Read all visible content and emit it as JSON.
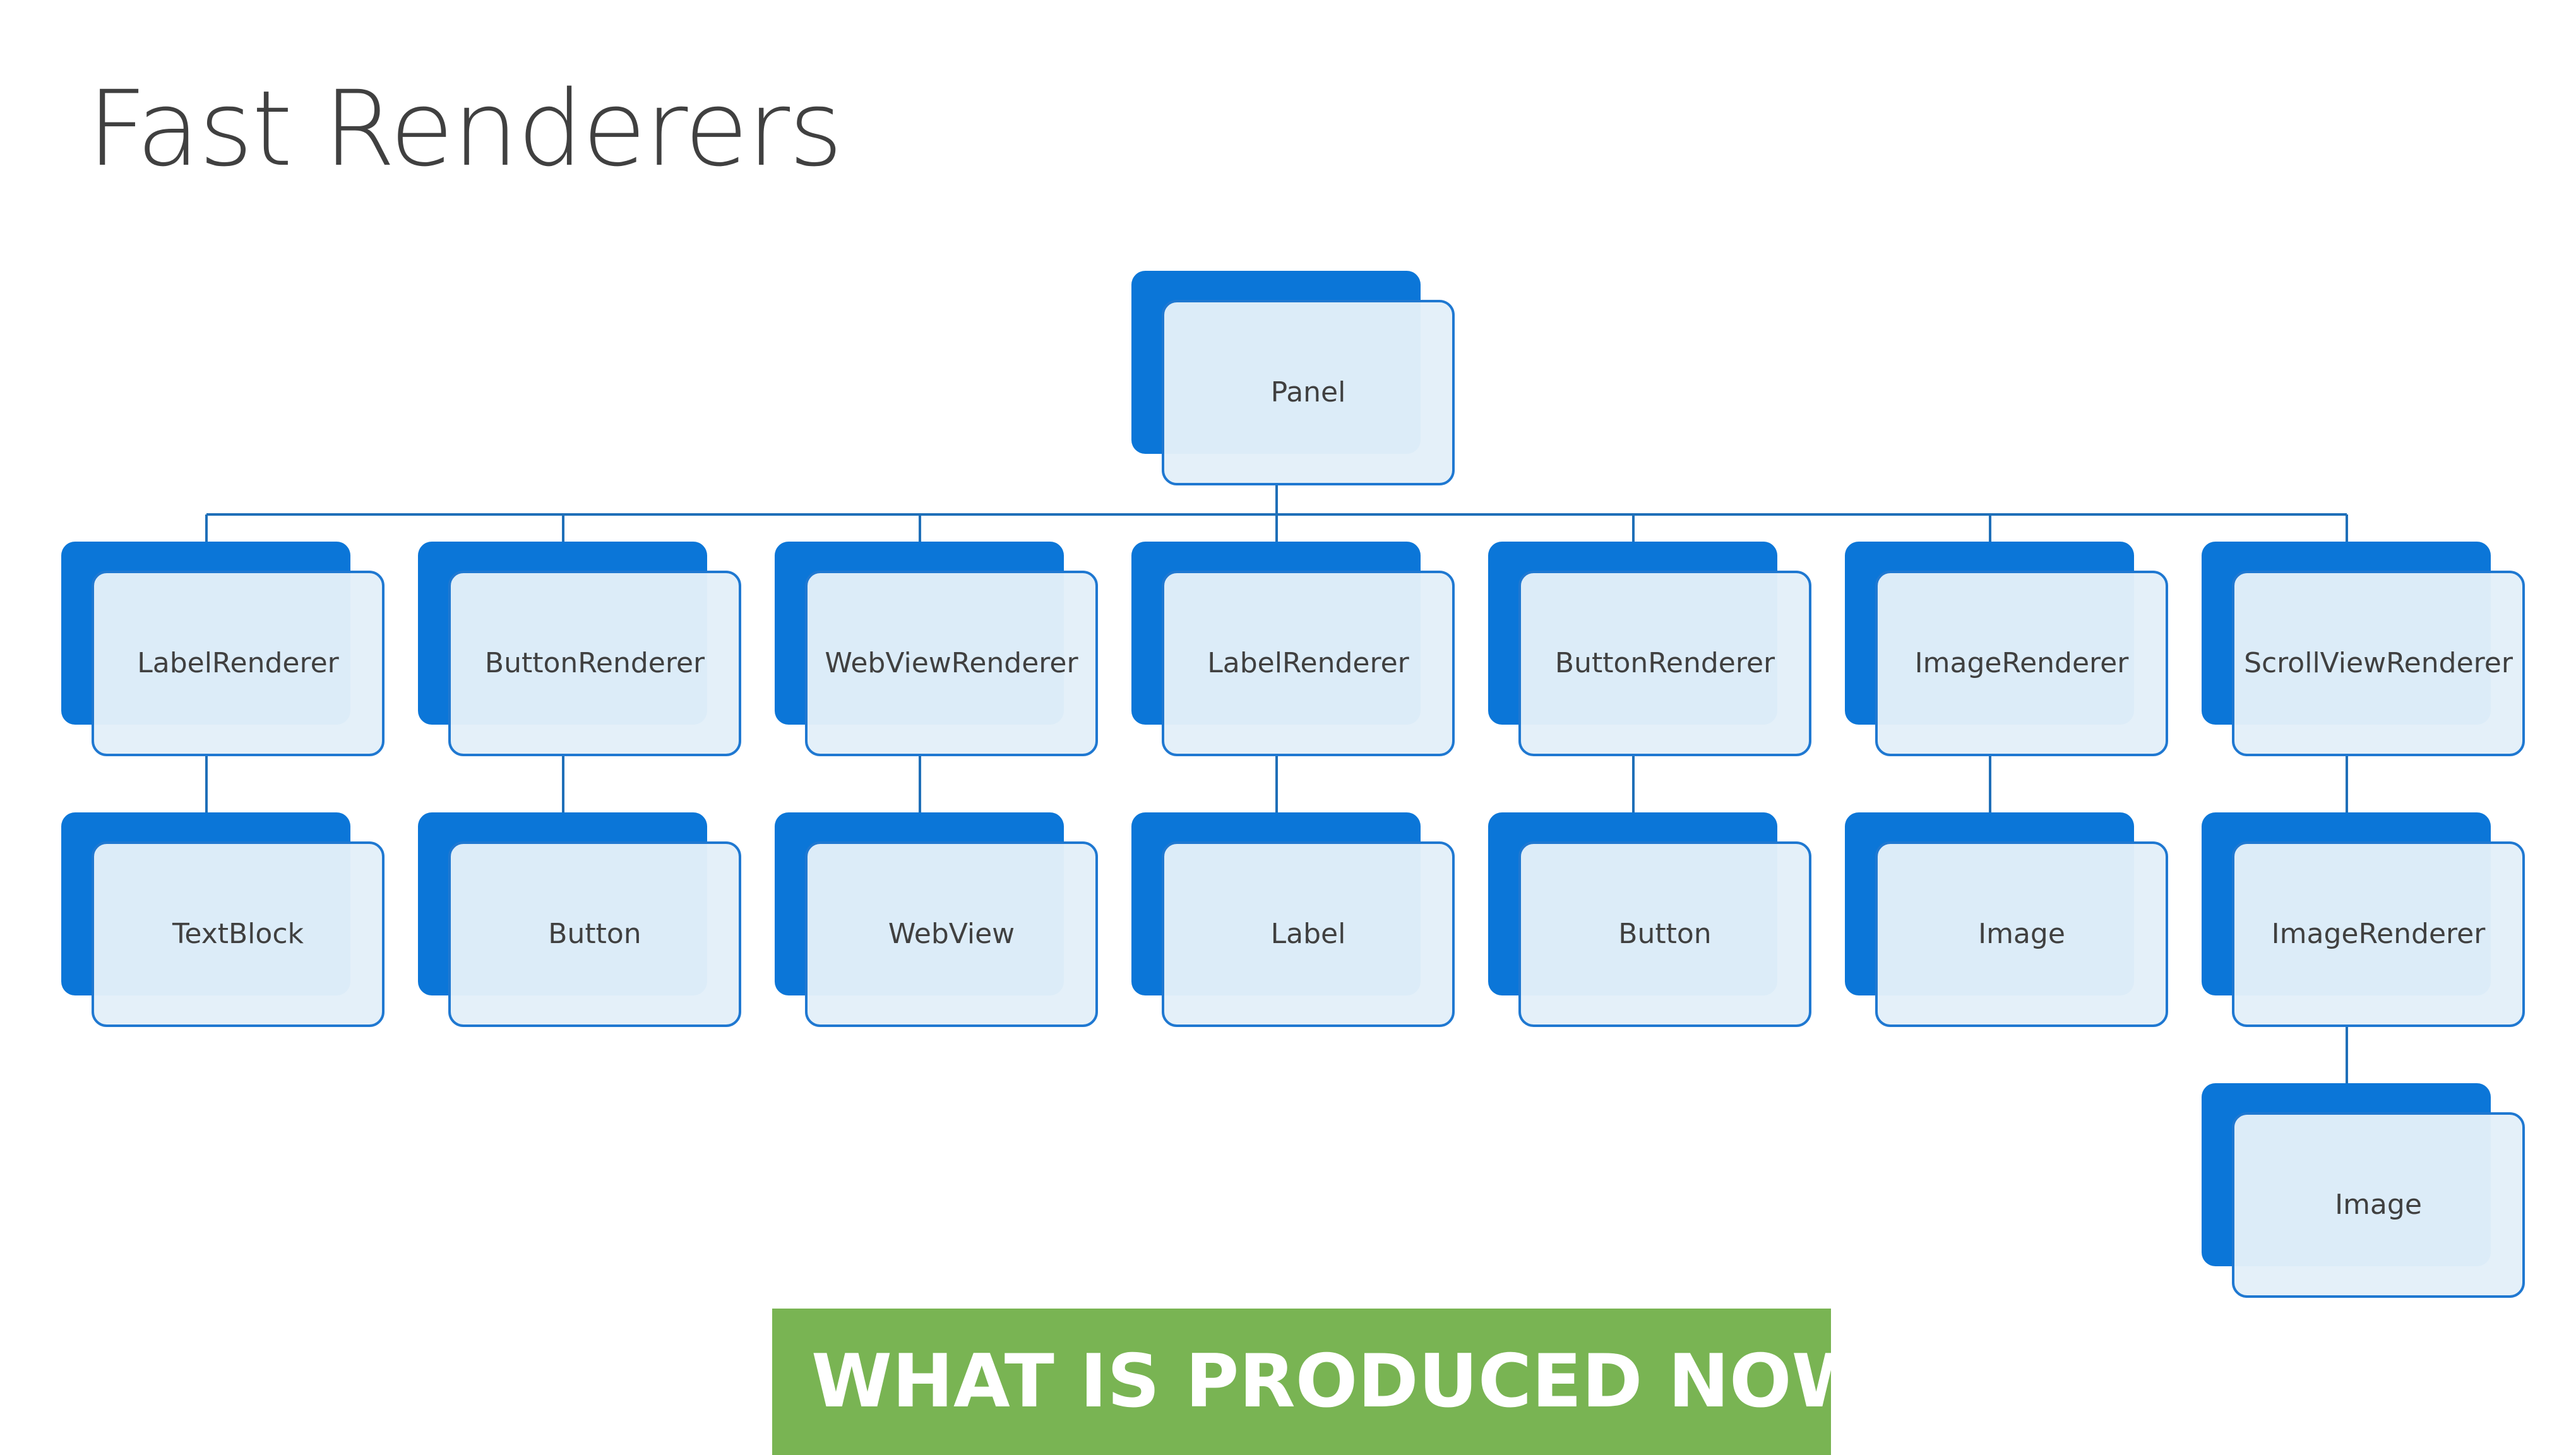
{
  "title": "Fast Renderers",
  "banner": "WHAT IS PRODUCED NOW",
  "colors": {
    "back_block": "#0b76d8",
    "card_fill": "#e3eff9",
    "card_border": "#1f78d1",
    "connector": "#1f6fb8",
    "banner": "#79b453",
    "text": "#404040"
  },
  "tree": {
    "root": {
      "label": "Panel"
    },
    "columns": [
      {
        "nodes": [
          {
            "label": "LabelRenderer"
          },
          {
            "label": "TextBlock"
          }
        ]
      },
      {
        "nodes": [
          {
            "label": "ButtonRenderer"
          },
          {
            "label": "Button"
          }
        ]
      },
      {
        "nodes": [
          {
            "label": "WebViewRenderer"
          },
          {
            "label": "WebView"
          }
        ]
      },
      {
        "nodes": [
          {
            "label": "LabelRenderer"
          },
          {
            "label": "Label"
          }
        ]
      },
      {
        "nodes": [
          {
            "label": "ButtonRenderer"
          },
          {
            "label": "Button"
          }
        ]
      },
      {
        "nodes": [
          {
            "label": "ImageRenderer"
          },
          {
            "label": "Image"
          }
        ]
      },
      {
        "nodes": [
          {
            "label": "ScrollViewRenderer"
          },
          {
            "label": "ImageRenderer"
          },
          {
            "label": "Image"
          }
        ]
      }
    ]
  }
}
